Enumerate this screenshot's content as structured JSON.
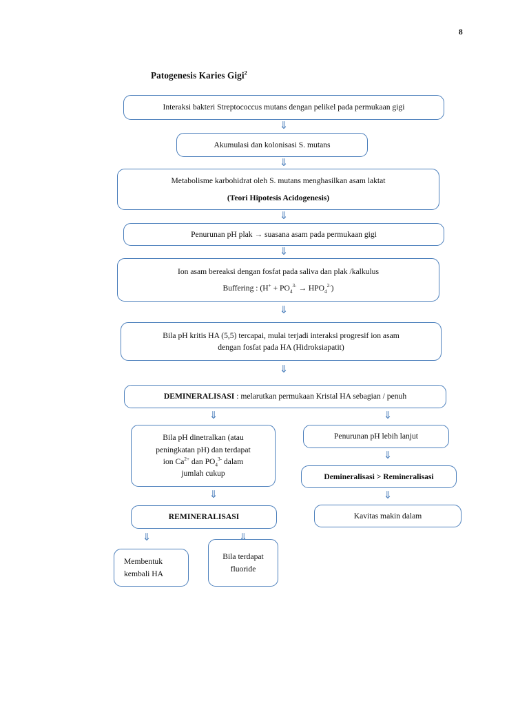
{
  "document": {
    "page_number": "8",
    "title_main": "Patogenesis Karies Gigi",
    "title_superscript": "2"
  },
  "colors": {
    "box_border": "#4a7ebb",
    "arrow": "#4a7ebb",
    "text": "#0d0d0d",
    "background": "#ffffff"
  },
  "icons": {
    "down_arrow": "⇓"
  },
  "chart_data": {
    "type": "diagram",
    "title": "Patogenesis Karies Gigi",
    "diagram_kind": "flowchart",
    "orientation": "top-to-bottom",
    "nodes": [
      {
        "id": "n1",
        "lines": [
          "Interaksi bakteri Streptococcus mutans dengan pelikel pada permukaan gigi"
        ]
      },
      {
        "id": "n2",
        "lines": [
          "Akumulasi dan kolonisasi S. mutans"
        ]
      },
      {
        "id": "n3",
        "line1": "Metabolisme karbohidrat oleh S. mutans menghasilkan asam laktat",
        "line2": "(Teori Hipotesis Acidogenesis)"
      },
      {
        "id": "n4",
        "lines": [
          "Penurunan pH plak  →  suasana asam pada permukaan gigi"
        ]
      },
      {
        "id": "n5",
        "line1": "Ion asam bereaksi dengan fosfat pada saliva dan plak /kalkulus",
        "line2_prefix": "Buffering : (H",
        "line2_sup1": "+",
        "line2_mid": " + PO",
        "line2_sub1": "4",
        "line2_sup2": "3-",
        "line2_arrow": "  →  HPO",
        "line2_sub2": "4",
        "line2_sup3": "2-",
        "line2_suffix": ")"
      },
      {
        "id": "n6",
        "line1": "Bila pH kritis HA (5,5) tercapai, mulai terjadi interaksi progresif ion asam",
        "line2": "dengan fosfat pada HA (Hidroksiapatit)"
      },
      {
        "id": "n7",
        "bold": "DEMINERALISASI",
        "rest": " : melarutkan permukaan Kristal HA sebagian / penuh"
      },
      {
        "id": "n8_left",
        "line1": "Bila pH dinetralkan (atau",
        "line2": "peningkatan pH) dan terdapat",
        "line3_a": "ion Ca",
        "line3_sup1": "2+",
        "line3_b": " dan PO",
        "line3_sub1": "4",
        "line3_sup2": "3-",
        "line3_c": " dalam",
        "line4": "jumlah cukup"
      },
      {
        "id": "n9_right",
        "lines": [
          "Penurunan pH lebih lanjut"
        ]
      },
      {
        "id": "n10_right",
        "lines": [
          "Demineralisasi > Remineralisasi"
        ]
      },
      {
        "id": "n11_right",
        "lines": [
          "Kavitas makin dalam"
        ]
      },
      {
        "id": "n12_left",
        "lines": [
          "REMINERALISASI"
        ]
      },
      {
        "id": "n13_left",
        "line1": "Membentuk",
        "line2": "kembali HA"
      },
      {
        "id": "n14_mid",
        "line1": "Bila terdapat",
        "line2": "fluoride"
      }
    ],
    "edges": [
      {
        "from": "n1",
        "to": "n2"
      },
      {
        "from": "n2",
        "to": "n3"
      },
      {
        "from": "n3",
        "to": "n4"
      },
      {
        "from": "n4",
        "to": "n5"
      },
      {
        "from": "n5",
        "to": "n6"
      },
      {
        "from": "n6",
        "to": "n7"
      },
      {
        "from": "n7",
        "to": "n8_left"
      },
      {
        "from": "n7",
        "to": "n9_right"
      },
      {
        "from": "n8_left",
        "to": "n12_left"
      },
      {
        "from": "n9_right",
        "to": "n10_right"
      },
      {
        "from": "n10_right",
        "to": "n11_right"
      },
      {
        "from": "n12_left",
        "to": "n13_left"
      },
      {
        "from": "n12_left",
        "to": "n14_mid"
      }
    ]
  }
}
